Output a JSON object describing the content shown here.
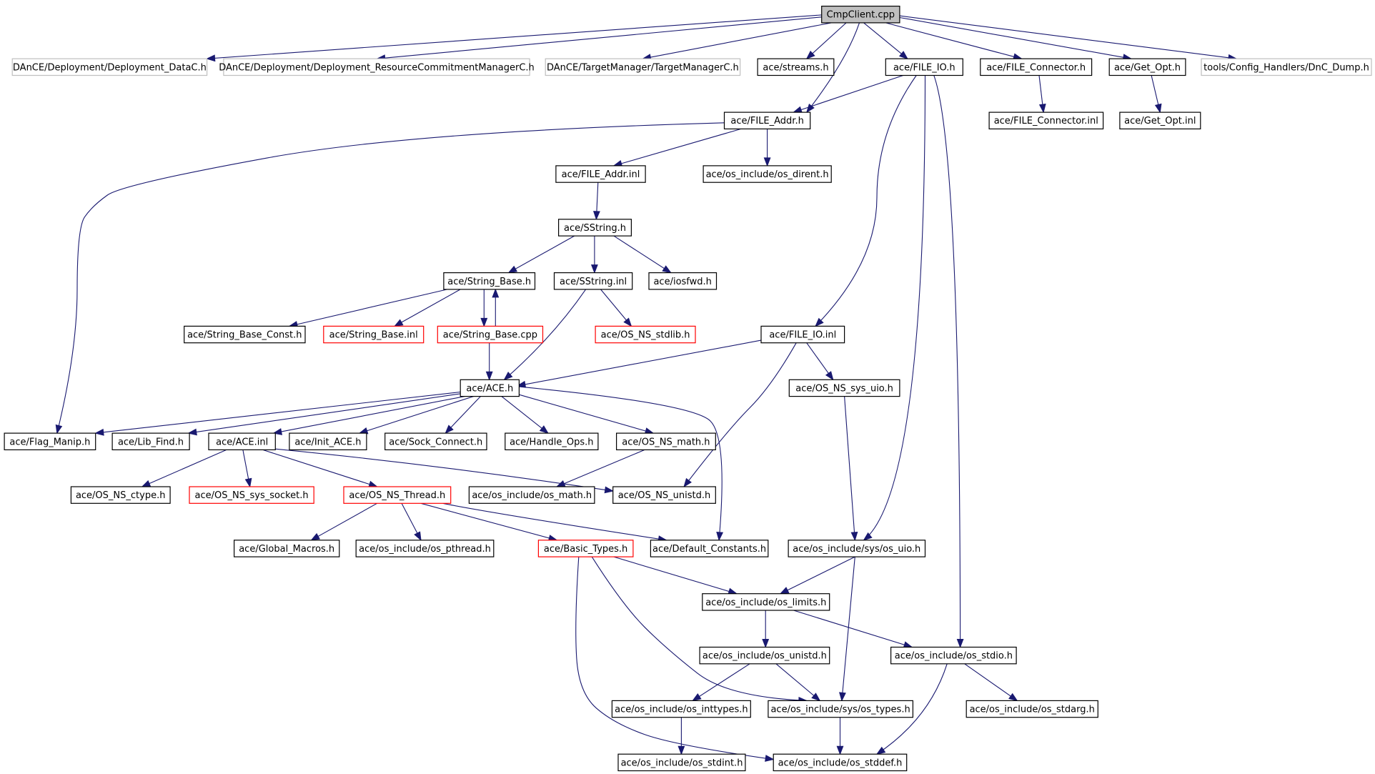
{
  "title": "CmpClient.cpp",
  "colors": {
    "edge": "#191970",
    "node_border": "#000000",
    "external_border": "#bfbfbf",
    "truncated_border": "#ff0000",
    "root_fill": "#bfbfbf",
    "background": "#ffffff"
  },
  "nodes": [
    {
      "id": "n0",
      "label": "CmpClient.cpp",
      "kind": "root"
    },
    {
      "id": "n1",
      "label": "DAnCE/Deployment/Deployment_DataC.h",
      "kind": "external"
    },
    {
      "id": "n2",
      "label": "DAnCE/Deployment/Deployment_ResourceCommitmentManagerC.h",
      "kind": "external"
    },
    {
      "id": "n3",
      "label": "DAnCE/TargetManager/TargetManagerC.h",
      "kind": "external"
    },
    {
      "id": "n4",
      "label": "ace/streams.h",
      "kind": "normal"
    },
    {
      "id": "n5",
      "label": "ace/FILE_IO.h",
      "kind": "normal"
    },
    {
      "id": "n6",
      "label": "ace/FILE_Connector.h",
      "kind": "normal"
    },
    {
      "id": "n7",
      "label": "ace/Get_Opt.h",
      "kind": "normal"
    },
    {
      "id": "n8",
      "label": "tools/Config_Handlers/DnC_Dump.h",
      "kind": "external"
    },
    {
      "id": "n9",
      "label": "ace/FILE_Addr.h",
      "kind": "normal"
    },
    {
      "id": "n10",
      "label": "ace/FILE_Connector.inl",
      "kind": "normal"
    },
    {
      "id": "n11",
      "label": "ace/Get_Opt.inl",
      "kind": "normal"
    },
    {
      "id": "n12",
      "label": "ace/FILE_Addr.inl",
      "kind": "normal"
    },
    {
      "id": "n13",
      "label": "ace/os_include/os_dirent.h",
      "kind": "normal"
    },
    {
      "id": "n14",
      "label": "ace/SString.h",
      "kind": "normal"
    },
    {
      "id": "n15",
      "label": "ace/String_Base.h",
      "kind": "normal"
    },
    {
      "id": "n16",
      "label": "ace/SString.inl",
      "kind": "normal"
    },
    {
      "id": "n17",
      "label": "ace/iosfwd.h",
      "kind": "normal"
    },
    {
      "id": "n18",
      "label": "ace/String_Base_Const.h",
      "kind": "normal"
    },
    {
      "id": "n19",
      "label": "ace/String_Base.inl",
      "kind": "truncated"
    },
    {
      "id": "n20",
      "label": "ace/String_Base.cpp",
      "kind": "truncated"
    },
    {
      "id": "n21",
      "label": "ace/OS_NS_stdlib.h",
      "kind": "truncated"
    },
    {
      "id": "n22",
      "label": "ace/FILE_IO.inl",
      "kind": "normal"
    },
    {
      "id": "n23",
      "label": "ace/ACE.h",
      "kind": "normal"
    },
    {
      "id": "n24",
      "label": "ace/OS_NS_sys_uio.h",
      "kind": "normal"
    },
    {
      "id": "n25",
      "label": "ace/Flag_Manip.h",
      "kind": "normal"
    },
    {
      "id": "n26",
      "label": "ace/Lib_Find.h",
      "kind": "normal"
    },
    {
      "id": "n27",
      "label": "ace/ACE.inl",
      "kind": "normal"
    },
    {
      "id": "n28",
      "label": "ace/Init_ACE.h",
      "kind": "normal"
    },
    {
      "id": "n29",
      "label": "ace/Sock_Connect.h",
      "kind": "normal"
    },
    {
      "id": "n30",
      "label": "ace/Handle_Ops.h",
      "kind": "normal"
    },
    {
      "id": "n31",
      "label": "ace/OS_NS_math.h",
      "kind": "normal"
    },
    {
      "id": "n32",
      "label": "ace/OS_NS_ctype.h",
      "kind": "normal"
    },
    {
      "id": "n33",
      "label": "ace/OS_NS_sys_socket.h",
      "kind": "truncated"
    },
    {
      "id": "n34",
      "label": "ace/OS_NS_Thread.h",
      "kind": "truncated"
    },
    {
      "id": "n35",
      "label": "ace/os_include/os_math.h",
      "kind": "normal"
    },
    {
      "id": "n36",
      "label": "ace/OS_NS_unistd.h",
      "kind": "normal"
    },
    {
      "id": "n37",
      "label": "ace/Global_Macros.h",
      "kind": "normal"
    },
    {
      "id": "n38",
      "label": "ace/os_include/os_pthread.h",
      "kind": "normal"
    },
    {
      "id": "n39",
      "label": "ace/Basic_Types.h",
      "kind": "truncated"
    },
    {
      "id": "n40",
      "label": "ace/Default_Constants.h",
      "kind": "normal"
    },
    {
      "id": "n41",
      "label": "ace/os_include/sys/os_uio.h",
      "kind": "normal"
    },
    {
      "id": "n42",
      "label": "ace/os_include/os_limits.h",
      "kind": "normal"
    },
    {
      "id": "n43",
      "label": "ace/os_include/os_unistd.h",
      "kind": "normal"
    },
    {
      "id": "n44",
      "label": "ace/os_include/os_stdio.h",
      "kind": "normal"
    },
    {
      "id": "n45",
      "label": "ace/os_include/os_inttypes.h",
      "kind": "normal"
    },
    {
      "id": "n46",
      "label": "ace/os_include/sys/os_types.h",
      "kind": "normal"
    },
    {
      "id": "n47",
      "label": "ace/os_include/os_stdarg.h",
      "kind": "normal"
    },
    {
      "id": "n48",
      "label": "ace/os_include/os_stdint.h",
      "kind": "normal"
    },
    {
      "id": "n49",
      "label": "ace/os_include/os_stddef.h",
      "kind": "normal"
    }
  ],
  "edges": [
    [
      "n0",
      "n1"
    ],
    [
      "n0",
      "n2"
    ],
    [
      "n0",
      "n3"
    ],
    [
      "n0",
      "n4"
    ],
    [
      "n0",
      "n5"
    ],
    [
      "n0",
      "n6"
    ],
    [
      "n0",
      "n7"
    ],
    [
      "n0",
      "n8"
    ],
    [
      "n0",
      "n9"
    ],
    [
      "n5",
      "n9"
    ],
    [
      "n5",
      "n22"
    ],
    [
      "n5",
      "n41"
    ],
    [
      "n5",
      "n44"
    ],
    [
      "n6",
      "n10"
    ],
    [
      "n7",
      "n11"
    ],
    [
      "n9",
      "n12"
    ],
    [
      "n9",
      "n13"
    ],
    [
      "n9",
      "n25"
    ],
    [
      "n12",
      "n14"
    ],
    [
      "n14",
      "n15"
    ],
    [
      "n14",
      "n16"
    ],
    [
      "n14",
      "n17"
    ],
    [
      "n15",
      "n18"
    ],
    [
      "n15",
      "n19"
    ],
    [
      "n15",
      "n20"
    ],
    [
      "n20",
      "n15"
    ],
    [
      "n20",
      "n23"
    ],
    [
      "n16",
      "n21"
    ],
    [
      "n16",
      "n23"
    ],
    [
      "n22",
      "n23"
    ],
    [
      "n22",
      "n24"
    ],
    [
      "n22",
      "n36"
    ],
    [
      "n24",
      "n41"
    ],
    [
      "n23",
      "n25"
    ],
    [
      "n23",
      "n26"
    ],
    [
      "n23",
      "n27"
    ],
    [
      "n23",
      "n28"
    ],
    [
      "n23",
      "n29"
    ],
    [
      "n23",
      "n30"
    ],
    [
      "n23",
      "n31"
    ],
    [
      "n23",
      "n40"
    ],
    [
      "n27",
      "n32"
    ],
    [
      "n27",
      "n33"
    ],
    [
      "n27",
      "n34"
    ],
    [
      "n27",
      "n36"
    ],
    [
      "n31",
      "n35"
    ],
    [
      "n34",
      "n37"
    ],
    [
      "n34",
      "n38"
    ],
    [
      "n34",
      "n39"
    ],
    [
      "n34",
      "n40"
    ],
    [
      "n39",
      "n42"
    ],
    [
      "n39",
      "n46"
    ],
    [
      "n39",
      "n49"
    ],
    [
      "n41",
      "n42"
    ],
    [
      "n41",
      "n46"
    ],
    [
      "n42",
      "n43"
    ],
    [
      "n42",
      "n44"
    ],
    [
      "n43",
      "n45"
    ],
    [
      "n43",
      "n46"
    ],
    [
      "n44",
      "n47"
    ],
    [
      "n44",
      "n49"
    ],
    [
      "n45",
      "n48"
    ],
    [
      "n46",
      "n49"
    ]
  ]
}
